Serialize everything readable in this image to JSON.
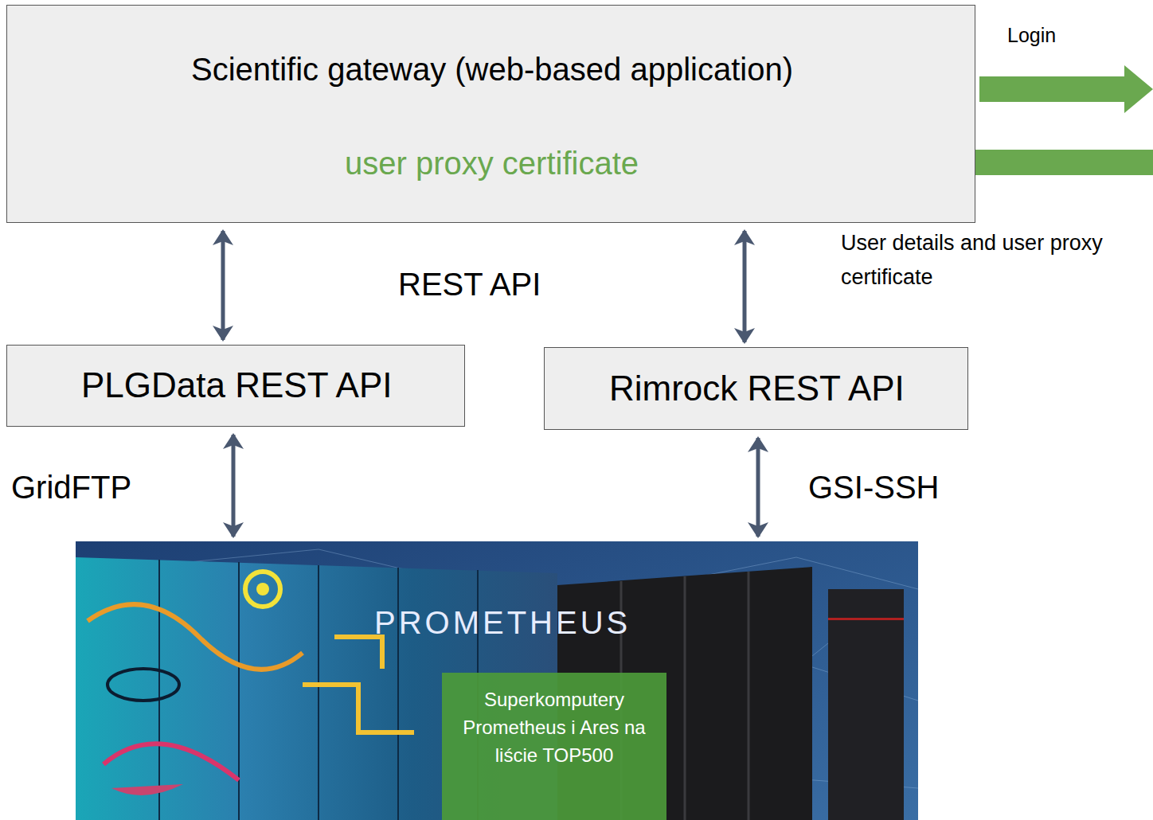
{
  "diagram": {
    "nodes": [
      {
        "text": [
          "Scientific gateway (web-based application)",
          "user proxy certificate"
        ]
      },
      {
        "text": [
          "PLGData REST API"
        ]
      },
      {
        "text": [
          "Rimrock REST API"
        ]
      },
      {
        "text": [
          "Superkomputery Prometheus i Ares na liście TOP500"
        ]
      }
    ],
    "edges": [
      {
        "from": 0,
        "to": 1,
        "arrow": "both"
      },
      {
        "from": 0,
        "to": 2,
        "arrow": "both"
      },
      {
        "from": 1,
        "to": 3,
        "label": "GridFTP",
        "arrow": "both"
      },
      {
        "from": 2,
        "to": 3,
        "label": "GSI-SSH",
        "arrow": "both"
      }
    ],
    "labels": [
      "REST API",
      "Login",
      "User details and user proxy certificate",
      "PROMETHEUS"
    ]
  }
}
